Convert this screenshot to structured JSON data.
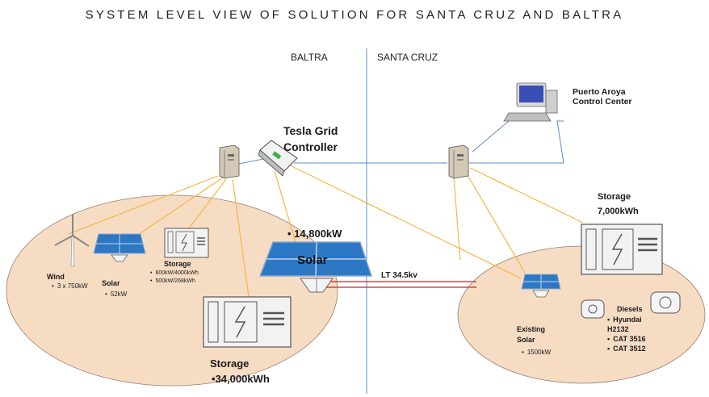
{
  "title": "SYSTEM LEVEL VIEW OF SOLUTION FOR SANTA CRUZ AND BALTRA",
  "regions": {
    "left": "BALTRA",
    "right": "SANTA CRUZ"
  },
  "control_center": {
    "line1": "Puerto Aroya",
    "line2": "Control Center",
    "icon": "desktop-computer-icon"
  },
  "grid_controller": {
    "line1": "Tesla Grid",
    "line2": "Controller",
    "icon": "controller-device-icon"
  },
  "link_label": "LT 34.5kv",
  "baltra": {
    "wind": {
      "label": "Wind",
      "spec": "3 x 750kW",
      "icon": "wind-turbine-icon"
    },
    "solar_small": {
      "label": "Solar",
      "spec": "52kW",
      "icon": "solar-panel-icon"
    },
    "storage_small": {
      "label": "Storage",
      "specs": [
        "600kW/4000kWh",
        "500kW/268kWh"
      ],
      "icon": "battery-storage-icon"
    },
    "solar_big": {
      "panel_text": "Solar",
      "capacity": "14,800kW",
      "icon": "solar-panel-icon"
    },
    "storage_big": {
      "label": "Storage",
      "capacity": "34,000kWh",
      "icon": "battery-storage-icon"
    }
  },
  "santa_cruz": {
    "storage": {
      "label": "Storage",
      "capacity": "7,000kWh",
      "icon": "battery-storage-icon"
    },
    "existing_solar": {
      "line1": "Existing",
      "line2": "Solar",
      "spec": "1500kW",
      "icon": "solar-panel-icon"
    },
    "diesels": {
      "label": "Diesels",
      "units": [
        "Hyundai H2132",
        "CAT 3516",
        "CAT 3512"
      ],
      "icon": "diesel-generator-icon"
    }
  },
  "colors": {
    "island_fill": "#f7dcc4",
    "orange_line": "#f5b740",
    "blue_line": "#5b8ec5",
    "red_link": "#c0282d",
    "panel_blue": "#2d78c4"
  }
}
